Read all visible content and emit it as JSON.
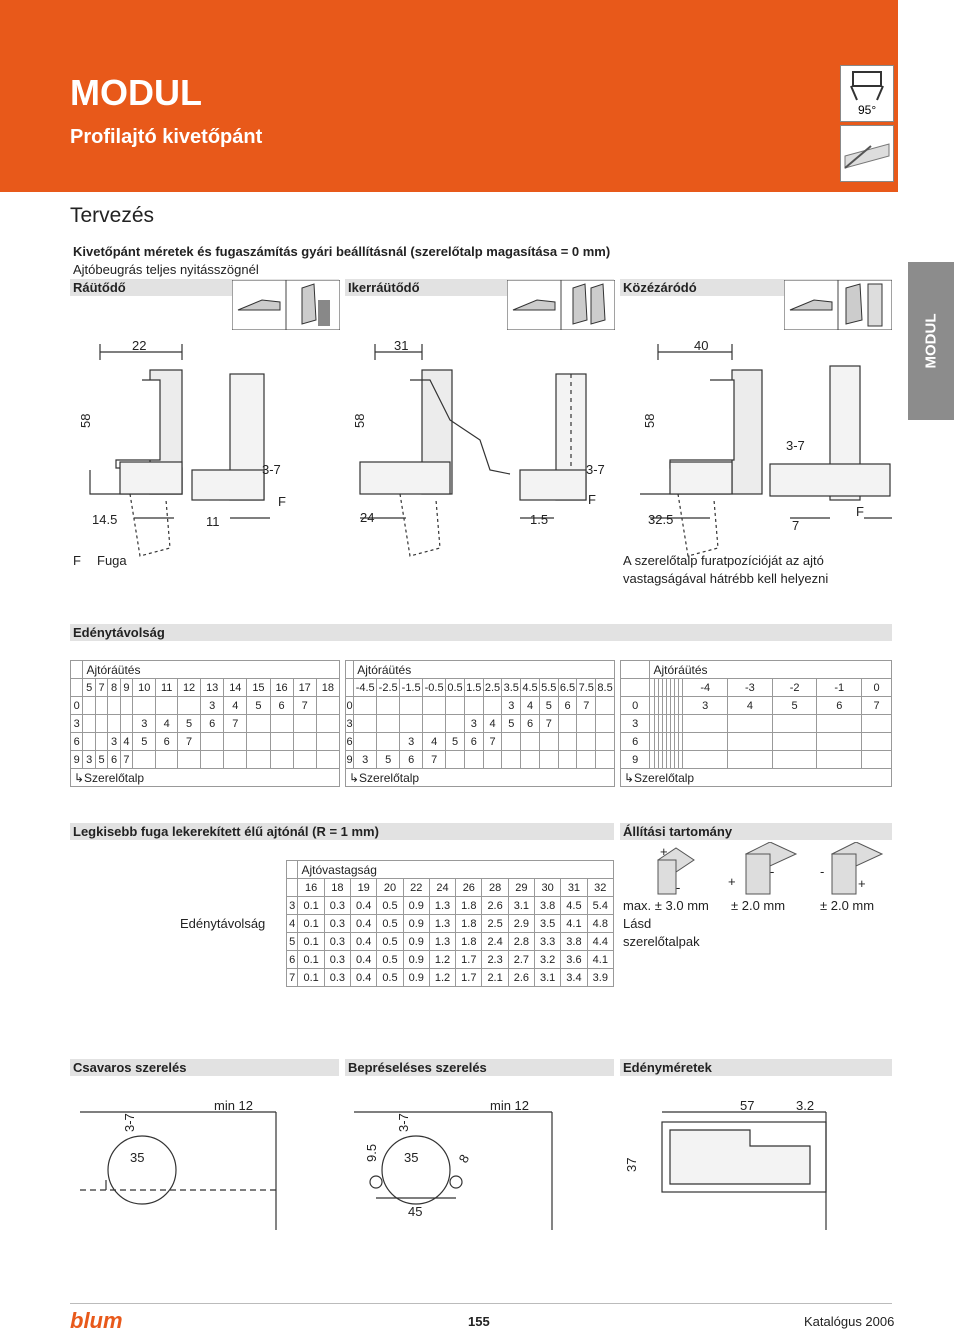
{
  "header": {
    "title": "MODUL",
    "subtitle": "Profilajtó kivetőpánt",
    "angle_badge": "95°"
  },
  "side_tab": "MODUL",
  "section_title": "Tervezés",
  "intro": {
    "line1": "Kivetőpánt méretek és fugaszámítás gyári beállításnál (szerelőtalp magasítása = 0 mm)",
    "line2": "Ajtóbeugrás teljes nyitásszögnél"
  },
  "types": [
    {
      "title": "Ráütődő",
      "dims": {
        "width": "22",
        "height": "58",
        "range": "3-7",
        "a": "14.5",
        "b": "11",
        "f": "F"
      }
    },
    {
      "title": "Ikerráütődő",
      "dims": {
        "width": "31",
        "height": "58",
        "range": "3-7",
        "a": "24",
        "b": "1.5",
        "f": "F"
      }
    },
    {
      "title": "Közézáródó",
      "dims": {
        "width": "40",
        "height": "58",
        "range": "3-7",
        "a": "32.5",
        "b": "7",
        "f": "F"
      }
    }
  ],
  "legend": {
    "f_symbol": "F",
    "f_text": "Fuga",
    "note_line1": "A szerelőtalp furatpozícióját az ajtó",
    "note_line2": "vastagságával hátrébb kell helyezni"
  },
  "edenytav": {
    "title": "Edénytávolság",
    "tables": [
      {
        "header": "Ajtóráütés",
        "cols": [
          "5",
          "7",
          "8",
          "9",
          "10",
          "11",
          "12",
          "13",
          "14",
          "15",
          "16",
          "17",
          "18"
        ],
        "rows": [
          {
            "label": "0",
            "cells": [
              "",
              "",
              "",
              "",
              "",
              "",
              "",
              "3",
              "4",
              "5",
              "6",
              "7",
              ""
            ]
          },
          {
            "label": "3",
            "cells": [
              "",
              "",
              "",
              "",
              "3",
              "4",
              "5",
              "6",
              "7",
              "",
              "",
              "",
              ""
            ]
          },
          {
            "label": "6",
            "cells": [
              "",
              "",
              "3",
              "4",
              "5",
              "6",
              "7",
              "",
              "",
              "",
              "",
              "",
              ""
            ]
          },
          {
            "label": "9",
            "cells": [
              "3",
              "5",
              "6",
              "7",
              "",
              "",
              "",
              "",
              "",
              "",
              "",
              "",
              ""
            ]
          }
        ],
        "footer": "Szerelőtalp"
      },
      {
        "header": "Ajtóráütés",
        "cols": [
          "-4.5",
          "-2.5",
          "-1.5",
          "-0.5",
          "0.5",
          "1.5",
          "2.5",
          "3.5",
          "4.5",
          "5.5",
          "6.5",
          "7.5",
          "8.5"
        ],
        "rows": [
          {
            "label": "0",
            "cells": [
              "",
              "",
              "",
              "",
              "",
              "",
              "",
              "3",
              "4",
              "5",
              "6",
              "7",
              ""
            ]
          },
          {
            "label": "3",
            "cells": [
              "",
              "",
              "",
              "",
              "",
              "3",
              "4",
              "5",
              "6",
              "7",
              "",
              "",
              ""
            ]
          },
          {
            "label": "6",
            "cells": [
              "",
              "",
              "3",
              "4",
              "5",
              "6",
              "7",
              "",
              "",
              "",
              "",
              "",
              ""
            ]
          },
          {
            "label": "9",
            "cells": [
              "3",
              "5",
              "6",
              "7",
              "",
              "",
              "",
              "",
              "",
              "",
              "",
              "",
              ""
            ]
          }
        ],
        "footer": "Szerelőtalp"
      },
      {
        "header": "Ajtóráütés",
        "cols": [
          "",
          "",
          "",
          "",
          "",
          "",
          "",
          "",
          "-4",
          "-3",
          "-2",
          "-1",
          "0"
        ],
        "rows": [
          {
            "label": "0",
            "cells": [
              "",
              "",
              "",
              "",
              "",
              "",
              "",
              "",
              "3",
              "4",
              "5",
              "6",
              "7"
            ]
          },
          {
            "label": "3",
            "cells": [
              "",
              "",
              "",
              "",
              "",
              "",
              "",
              "",
              "",
              "",
              "",
              "",
              ""
            ]
          },
          {
            "label": "6",
            "cells": [
              "",
              "",
              "",
              "",
              "",
              "",
              "",
              "",
              "",
              "",
              "",
              "",
              ""
            ]
          },
          {
            "label": "9",
            "cells": [
              "",
              "",
              "",
              "",
              "",
              "",
              "",
              "",
              "",
              "",
              "",
              "",
              ""
            ]
          }
        ],
        "footer": "Szerelőtalp"
      }
    ]
  },
  "fuga": {
    "title": "Legkisebb fuga lekerekített élű ajtónál (R = 1 mm)",
    "col_header": "Ajtóvastagság",
    "row_header": "Edénytávolság",
    "cols": [
      "16",
      "18",
      "19",
      "20",
      "22",
      "24",
      "26",
      "28",
      "29",
      "30",
      "31",
      "32"
    ],
    "rows": [
      {
        "label": "3",
        "cells": [
          "0.1",
          "0.3",
          "0.4",
          "0.5",
          "0.9",
          "1.3",
          "1.8",
          "2.6",
          "3.1",
          "3.8",
          "4.5",
          "5.4"
        ]
      },
      {
        "label": "4",
        "cells": [
          "0.1",
          "0.3",
          "0.4",
          "0.5",
          "0.9",
          "1.3",
          "1.8",
          "2.5",
          "2.9",
          "3.5",
          "4.1",
          "4.8"
        ]
      },
      {
        "label": "5",
        "cells": [
          "0.1",
          "0.3",
          "0.4",
          "0.5",
          "0.9",
          "1.3",
          "1.8",
          "2.4",
          "2.8",
          "3.3",
          "3.8",
          "4.4"
        ]
      },
      {
        "label": "6",
        "cells": [
          "0.1",
          "0.3",
          "0.4",
          "0.5",
          "0.9",
          "1.2",
          "1.7",
          "2.3",
          "2.7",
          "3.2",
          "3.6",
          "4.1"
        ]
      },
      {
        "label": "7",
        "cells": [
          "0.1",
          "0.3",
          "0.4",
          "0.5",
          "0.9",
          "1.2",
          "1.7",
          "2.1",
          "2.6",
          "3.1",
          "3.4",
          "3.9"
        ]
      }
    ]
  },
  "allitas": {
    "title": "Állítási tartomány",
    "v1": "max. ± 3.0 mm",
    "v1b": "Lásd",
    "v1c": "szerelőtalpak",
    "v2": "± 2.0 mm",
    "v3": "± 2.0 mm"
  },
  "mounting": [
    {
      "title": "Csavaros szerelés",
      "d": "35",
      "range": "3-7",
      "min": "min 12"
    },
    {
      "title": "Bepréseléses szerelés",
      "d": "35",
      "range": "3-7",
      "min": "min 12",
      "w": "45",
      "a": "9.5",
      "b": "8"
    },
    {
      "title": "Edényméretek",
      "w": "57",
      "h": "37",
      "t": "3.2"
    }
  ],
  "footer": {
    "logo": "blum",
    "page": "155",
    "catalog": "Katalógus 2006"
  }
}
